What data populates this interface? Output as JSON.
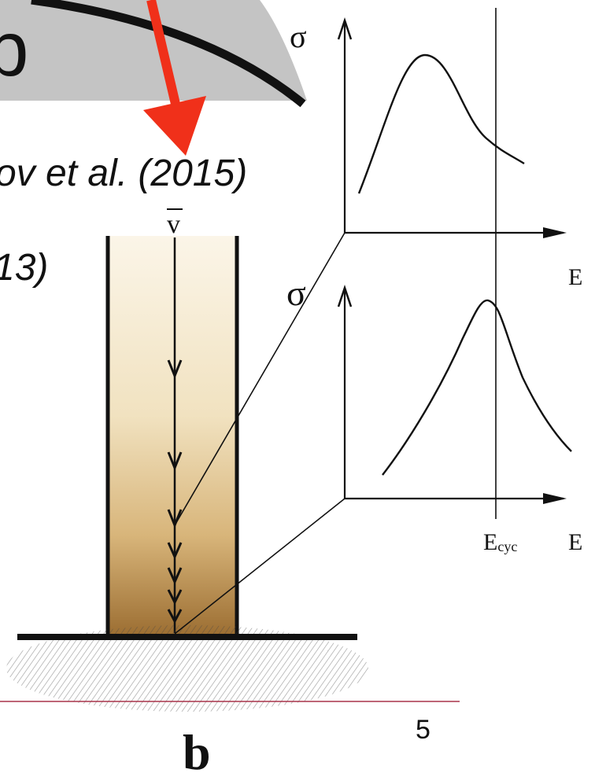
{
  "slide": {
    "title_fragment": "p",
    "citation_1": "ov et al. (2015)",
    "citation_2": "13)",
    "page_number": "5",
    "figure_label": "b",
    "colors": {
      "arrow": "#f0301a",
      "banner": "#c4c4c4",
      "rule": "#a8344a",
      "column_top": "#f7edd8",
      "column_bottom": "#a87a3a"
    }
  },
  "figure": {
    "velocity_label": "v",
    "upper_plot": {
      "y_axis_label": "σ",
      "x_axis_label": "E"
    },
    "lower_plot": {
      "y_axis_label": "σ",
      "x_axis_label": "E",
      "x_marker_label": "E",
      "x_marker_subscript": "cyc"
    }
  }
}
